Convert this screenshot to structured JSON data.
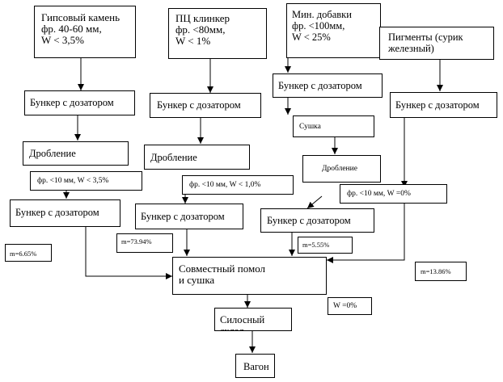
{
  "raw": {
    "gypsum": "Гипсовый камень\nфр. 40-60 мм,\nW <  3,5%",
    "clinker": "ПЦ клинкер\n   фр. <80мм,\nW <  1%",
    "additives": "Мин. добавки\nфр. <100мм,\nW <  25%",
    "pigments": "Пигменты (сурик\nжелезный)"
  },
  "line1": {
    "bunker": "Бункер с дозатором",
    "crushing": "Дробление",
    "fraction": "фр. <10 мм, W < 3,5%",
    "bunker2": "Бункер с дозатором",
    "mass": "m=6.65%"
  },
  "line2": {
    "bunker": "Бункер с дозатором",
    "crushing": "Дробление",
    "fraction": "фр. <10 мм, W <  1,0%",
    "bunker2": "Бункер с дозатором",
    "mass": "m=73.94%"
  },
  "line3": {
    "bunker": "Бункер с дозатором",
    "drying": "Сушка",
    "crushing": "Дробление",
    "fraction": "фр. <10 мм, W =0%",
    "bunker2": "Бункер с дозатором",
    "mass": "m=5.55%"
  },
  "line4": {
    "bunker": "Бункер с дозатором",
    "mass": "m=13.86%"
  },
  "mill": "Совместный помол\nи сушка",
  "mill_moisture": "W =0%",
  "silo": "Силосный склад",
  "wagon": "Вагон",
  "colors": {
    "line": "#000000",
    "box_border": "#000000",
    "text": "#000000",
    "background": "#ffffff"
  }
}
